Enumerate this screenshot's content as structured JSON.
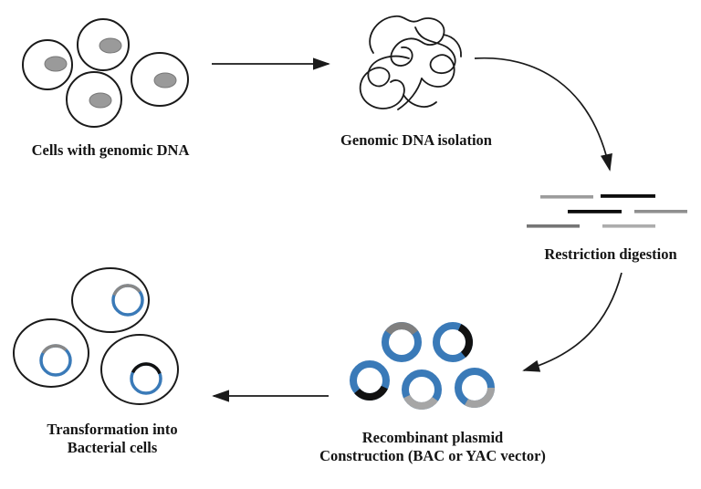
{
  "labels": {
    "cells": "Cells with genomic DNA",
    "isolation": "Genomic DNA isolation",
    "digestion": "Restriction digestion",
    "plasmid_line1": "Recombinant plasmid",
    "plasmid_line2": "Construction (BAC or YAC vector)",
    "transformation_line1": "Transformation into",
    "transformation_line2": "Bacterial cells"
  },
  "colors": {
    "line": "#1a1a1a",
    "plasmid_blue": "#3a7ab8",
    "nucleus_fill": "#9a9a9a",
    "nucleus_stroke": "#777777",
    "segment_black": "#111111",
    "segment_gray": "#7f7f7f",
    "segment_light_gray": "#a6a6a6"
  },
  "plasmids": {
    "count": 5,
    "rings": [
      {
        "segment_color": "#7f7f7f",
        "segment_position": "top"
      },
      {
        "segment_color": "#111111",
        "segment_position": "top-right"
      },
      {
        "segment_color": "#111111",
        "segment_position": "bottom-left"
      },
      {
        "segment_color": "#a6a6a6",
        "segment_position": "bottom"
      },
      {
        "segment_color": "#a3a3a3",
        "segment_position": "bottom-right"
      }
    ]
  },
  "fragments": {
    "count": 6,
    "items": [
      {
        "color": "#9c9c9c"
      },
      {
        "color": "#0d0d0d"
      },
      {
        "color": "#0d0d0d"
      },
      {
        "color": "#8f8f8f"
      },
      {
        "color": "#757575"
      },
      {
        "color": "#acacac"
      }
    ]
  },
  "transformation": {
    "cell_count": 3,
    "rings": [
      {
        "segment_color": "#888888"
      },
      {
        "segment_color": "#888888"
      },
      {
        "segment_color": "#111111"
      }
    ]
  }
}
